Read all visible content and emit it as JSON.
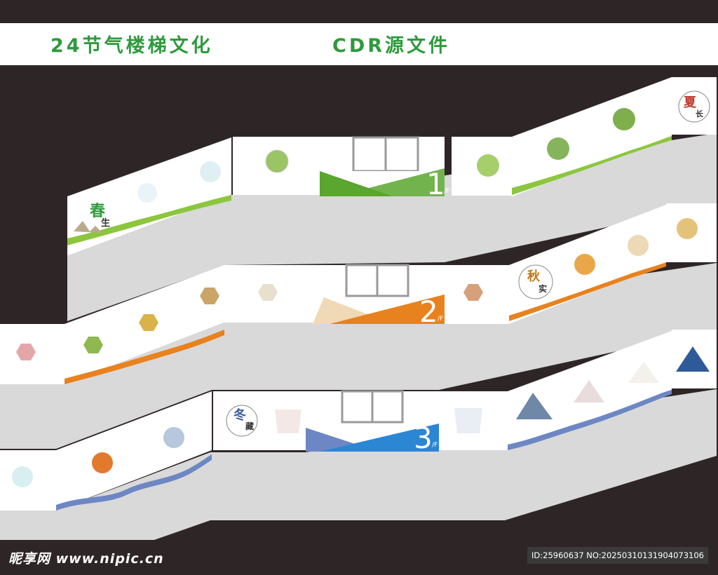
{
  "banner": {
    "title_left": "24节气楼梯文化",
    "title_right": "CDR源文件"
  },
  "floors": [
    {
      "number": "1",
      "unit": "/F",
      "accent_color": "#5aa62e"
    },
    {
      "number": "2",
      "unit": "/F",
      "accent_color": "#e8821e"
    },
    {
      "number": "3",
      "unit": "/F",
      "accent_color": "#2b86d4"
    }
  ],
  "seasons": {
    "spring": {
      "char": "春",
      "sub": "生",
      "color": "#2e9a3c"
    },
    "summer": {
      "char": "夏",
      "sub": "长",
      "color": "#c0392b"
    },
    "autumn": {
      "char": "秋",
      "sub": "实",
      "color": "#c27a1a"
    },
    "winter": {
      "char": "冬",
      "sub": "藏",
      "color": "#3a5a9a"
    }
  },
  "palette": {
    "wall_background": "#2e2626",
    "stair": "#d8d8d8",
    "panel": "#ffffff",
    "spring_wave": "#8cc63e",
    "autumn_wave": "#e8821e",
    "winter_wave": "#6d87c4"
  },
  "watermark": {
    "site": "昵享网 www.nipic.cn",
    "id_text": "ID:25960637 NO:20250310131904073106"
  }
}
